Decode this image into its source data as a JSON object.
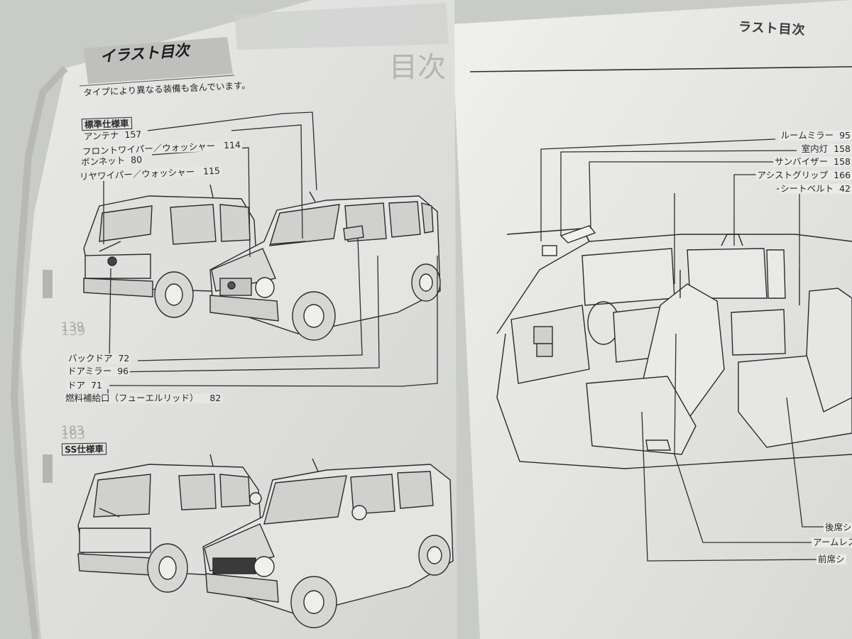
{
  "left_page": {
    "title": "イラスト目次",
    "subtitle": "タイプにより異なる装備も含んでいます。",
    "sections": {
      "standard": "標準仕様車",
      "ss": "SS仕様車"
    },
    "labels": [
      {
        "text": "アンテナ",
        "page": "157"
      },
      {
        "text": "フロントワイパー／ウォッシャー",
        "page": "114"
      },
      {
        "text": "ボンネット",
        "page": "80"
      },
      {
        "text": "リヤワイパー／ウォッシャー",
        "page": "115"
      },
      {
        "text": "バックドア",
        "page": "72"
      },
      {
        "text": "ドアミラー",
        "page": "96"
      },
      {
        "text": "ドア",
        "page": "71"
      },
      {
        "text": "燃料補給口（フューエルリッド）",
        "page": "82"
      }
    ],
    "bleed_numbers": [
      "139",
      "183"
    ]
  },
  "right_page": {
    "title": "ラスト目次",
    "labels": [
      {
        "text": "ルームミラー",
        "page": "95"
      },
      {
        "text": "室内灯",
        "page": "158"
      },
      {
        "text": "サンバイザー",
        "page": "158"
      },
      {
        "text": "アシストグリップ",
        "page": "166"
      },
      {
        "text": "シートベルト",
        "page": "42"
      },
      {
        "text": "後席シ",
        "page": ""
      },
      {
        "text": "アームレス",
        "page": ""
      },
      {
        "text": "前席シ",
        "page": ""
      }
    ]
  }
}
